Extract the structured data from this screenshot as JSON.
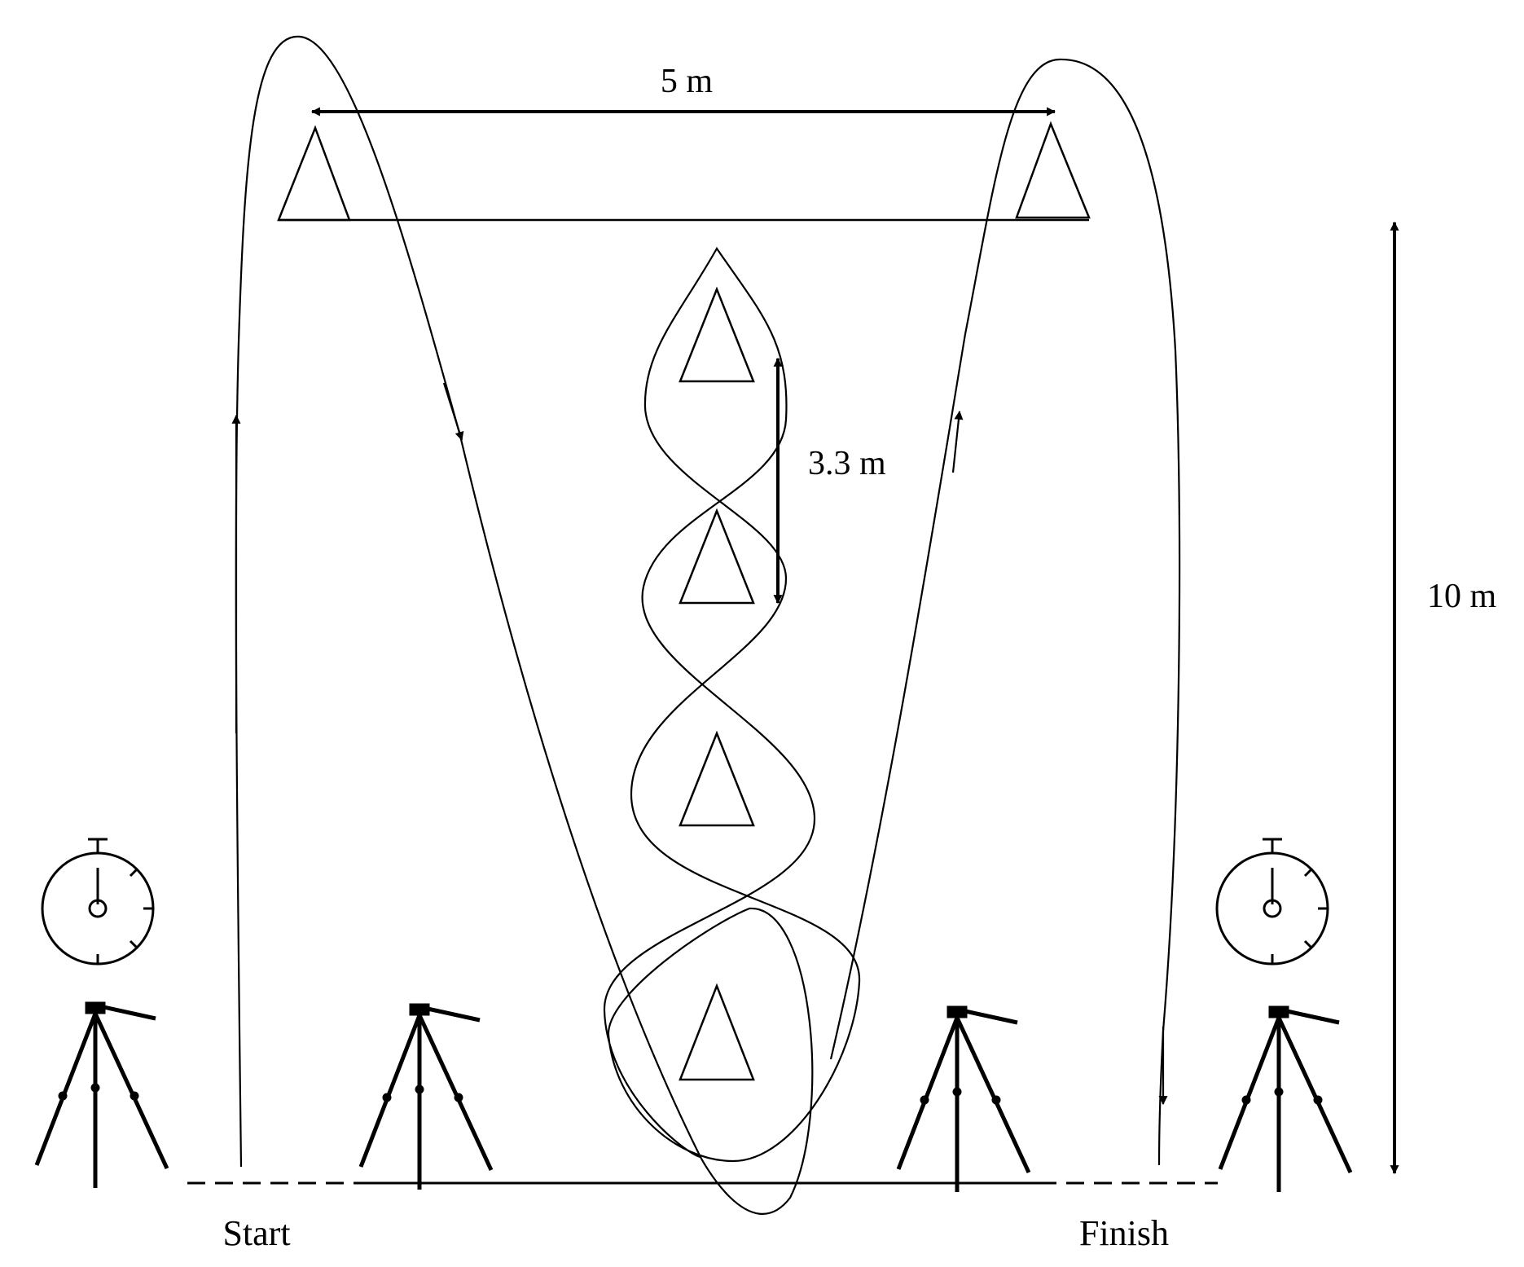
{
  "labels": {
    "width": "5 m",
    "length": "10 m",
    "cone_spacing": "3.3 m",
    "start": "Start",
    "finish": "Finish"
  },
  "colors": {
    "ink": "#000000",
    "background": "#ffffff"
  },
  "icons": [
    "cone-icon",
    "stopwatch-icon",
    "tripod-camera-icon",
    "arrowhead-icon"
  ]
}
